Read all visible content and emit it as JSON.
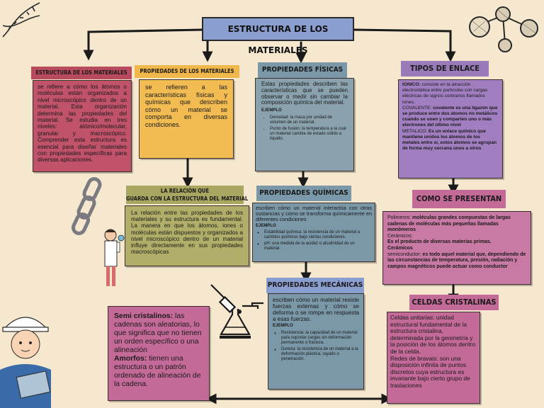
{
  "title": "ESTRUCTURA DE LOS MATERIALES",
  "col1": {
    "header": "ESTRUCTURA DE LOS MATERIALES",
    "text": "se refiere a cómo los átomos o moléculas están organizados a nivel microscópico dentro de un material. Esta organización determina las propiedades del material. Se estudia en tres niveles: atómico/molecular, granular y macroscópico. Comprender esta estructura es esencial para diseñar materiales con propiedades específicas para diversas aplicaciones."
  },
  "col2": {
    "header": "PROPIEDADES DE LOS MATERIALES",
    "text": "se refieren a las características físicas y químicas que describen cómo un material se comporta en diversas condiciones."
  },
  "relation": {
    "header_line1": "LA RELACIÓN QUE",
    "header_line2": "GUARDA CON LA ESTRUCTURA DEL MATERIAL",
    "text": "La relación entre las propiedades de los materiales y su estructura es fundamental. La manera en que los átomos, iones o moléculas están dispuestos y organizados a nivel microscópico dentro de un material influye directamente en sus propiedades macroscópicas"
  },
  "fisicas": {
    "header": "PROPIEDADES FÍSICAS",
    "text": "Estas propiedades describen las características que se pueden observar o medir sin cambiar la composición química del material.",
    "ejemplo": "EJEMPLO",
    "items": [
      "Densidad: la masa por unidad de volumen de un material.",
      "Punto de fusión: la temperatura a la cual un material cambia de estado sólido a líquido."
    ]
  },
  "quimicas": {
    "header": "PROPIEDADES QUÍMICAS",
    "text": "escriben cómo un material interactúa con otras sustancias y cómo se transforma químicamente en diferentes condiciones",
    "ejemplo": "EJEMPLO",
    "items": [
      "Estabilidad química: la resistencia de un material a cambios químicos bajo ciertas condiciones.",
      "pH: una medida de la acidez o alcalinidad de un material."
    ]
  },
  "mecanicas": {
    "header": "PROPIEDADES MECÁNICAS",
    "text": "escriben cómo un material resiste fuerzas externas y cómo se deforma o se rompe en respuesta a esas fuerzas.",
    "ejemplo": "EJEMPLO",
    "items": [
      "Resistencia: la capacidad de un material para soportar cargas sin deformación permanente o fractura.",
      "Dureza: la resistencia de un material a la deformación plástica, rayado o penetración."
    ]
  },
  "enlace": {
    "header": "TIPOS DE ENLACE",
    "ionico_label": "IONICO:",
    "ionico_text": "consiste en la atracción electrostática entre partículas con cargas eléctricas de signos contrarios llamados iones.",
    "covalente_label": "COVALENTE:",
    "covalente_text": "covalente es una ligazón que se produce entre dos átomos no metálicos cuando se unen y comparten uno o más electrones del último nivel",
    "metalico_label": "METALICO:",
    "metalico_text": "Es un enlace químico que mantiene unidos los átomos de los metales entre sí, estos átomos se agrupan de forma muy cercana unos a otros"
  },
  "presentan": {
    "header": "COMO SE PRESENTAN",
    "polimeros_label": "Polimeros:",
    "polimeros_text": "moléculas grandes compuestas de largas cadenas de moléculas más pequeñas llamadas monómeros",
    "ceramicos_label": "Cerámicos:",
    "ceramicos_text": "Es el producto de diversas materias primas.",
    "ceramicos2_label": "Cerámicos",
    "semi_label": "semiconductor:",
    "semi_text": "es todo aquel material que, dependiendo de las circunstancias de temperatura, presión, radiación y campos magnéticos puede actuar como conductor"
  },
  "celdas": {
    "header": "CELDAS CRISTALINAS",
    "unitarias_label": "Celdas unitarias:",
    "unitarias_text": "unidad estructural fundamental de la estructura cristalina, determinada por la geometría y la posición de los átomos dentro de la celda.",
    "bravais_label": "Redes de bravais:",
    "bravais_text": "son una disposición infinita de puntos discretos cuya estructura es invariante bajo cierto grupo de traslaciones"
  },
  "semi": {
    "semi_label": "Semi cristalinos:",
    "semi_text": "las cadenas son aleatorias, lo que significa que no tienen un orden específico o una alineación",
    "amorfos_label": "Amorfos:",
    "amorfos_text": "tienen una estructura o un patrón ordenado de alineación de la cadena."
  },
  "colors": {
    "red": "#b84a5e",
    "yellow": "#f0b84a",
    "olive": "#a8a660",
    "slate": "#7a98a8",
    "purple": "#9a7ab8",
    "pink": "#c46a98",
    "blue_title": "#8a9ed0"
  }
}
